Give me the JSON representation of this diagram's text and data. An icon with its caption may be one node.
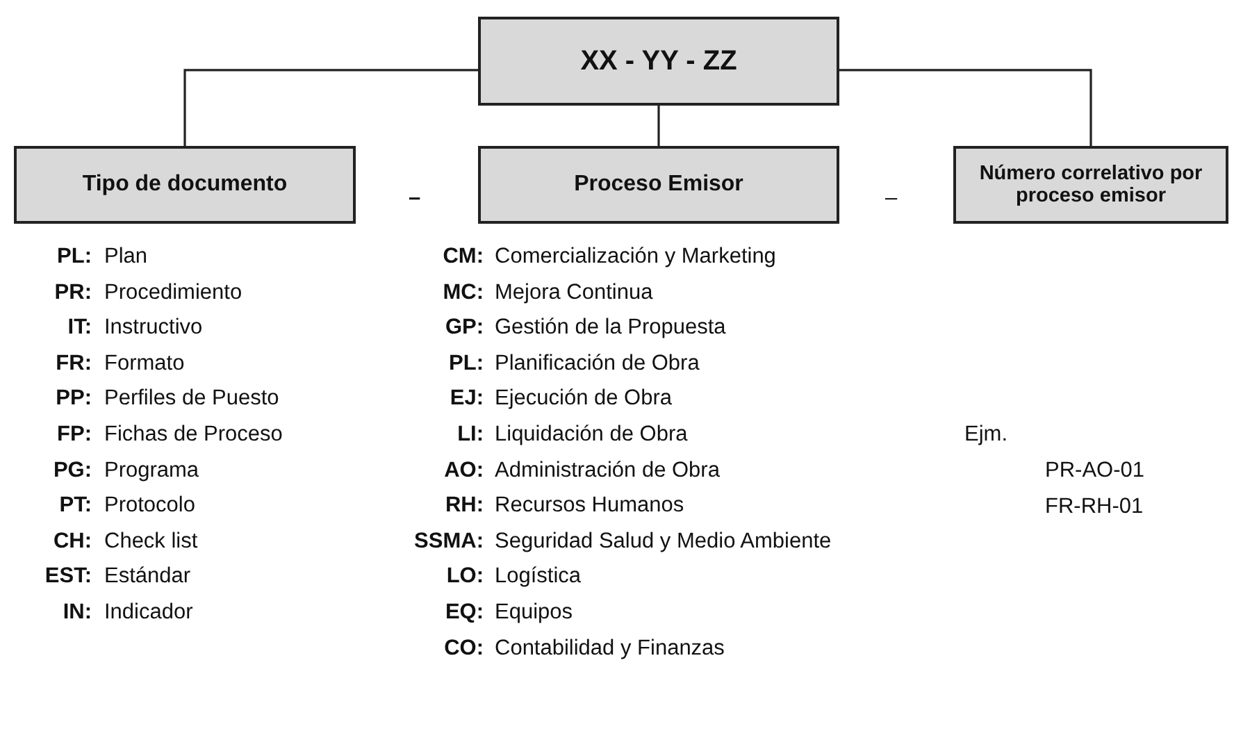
{
  "diagram": {
    "nodes": [
      {
        "text": [
          "XX - YY - ZZ"
        ]
      },
      {
        "text": [
          "Tipo de documento"
        ]
      },
      {
        "text": [
          "Proceso Emisor"
        ]
      },
      {
        "text": [
          "Número correlativo por proceso emisor"
        ]
      }
    ],
    "edges": [
      {
        "from": 0,
        "to": 1,
        "arrow": "none"
      },
      {
        "from": 0,
        "to": 2,
        "arrow": "none"
      },
      {
        "from": 0,
        "to": 3,
        "arrow": "none"
      }
    ],
    "labels": [
      "–",
      "–",
      "PL:",
      "Plan",
      "PR:",
      "Procedimiento",
      "IT:",
      "Instructivo",
      "FR:",
      "Formato",
      "PP:",
      "Perfiles de Puesto",
      "FP:",
      "Fichas de Proceso",
      "PG:",
      "Programa",
      "PT:",
      "Protocolo",
      "CH:",
      "Check list",
      "EST:",
      "Estándar",
      "IN:",
      "Indicador",
      "CM:",
      "Comercialización y Marketing",
      "MC:",
      "Mejora Continua",
      "GP:",
      "Gestión de la Propuesta",
      "PL:",
      "Planificación de Obra",
      "EJ:",
      "Ejecución de Obra",
      "LI:",
      "Liquidación de Obra",
      "AO:",
      "Administración de Obra",
      "RH:",
      "Recursos Humanos",
      "SSMA:",
      "Seguridad Salud y Medio Ambiente",
      "LO:",
      "Logística",
      "EQ:",
      "Equipos",
      "CO:",
      "Contabilidad y Finanzas",
      "Ejm.",
      "PR-AO-01",
      "FR-RH-01"
    ]
  }
}
